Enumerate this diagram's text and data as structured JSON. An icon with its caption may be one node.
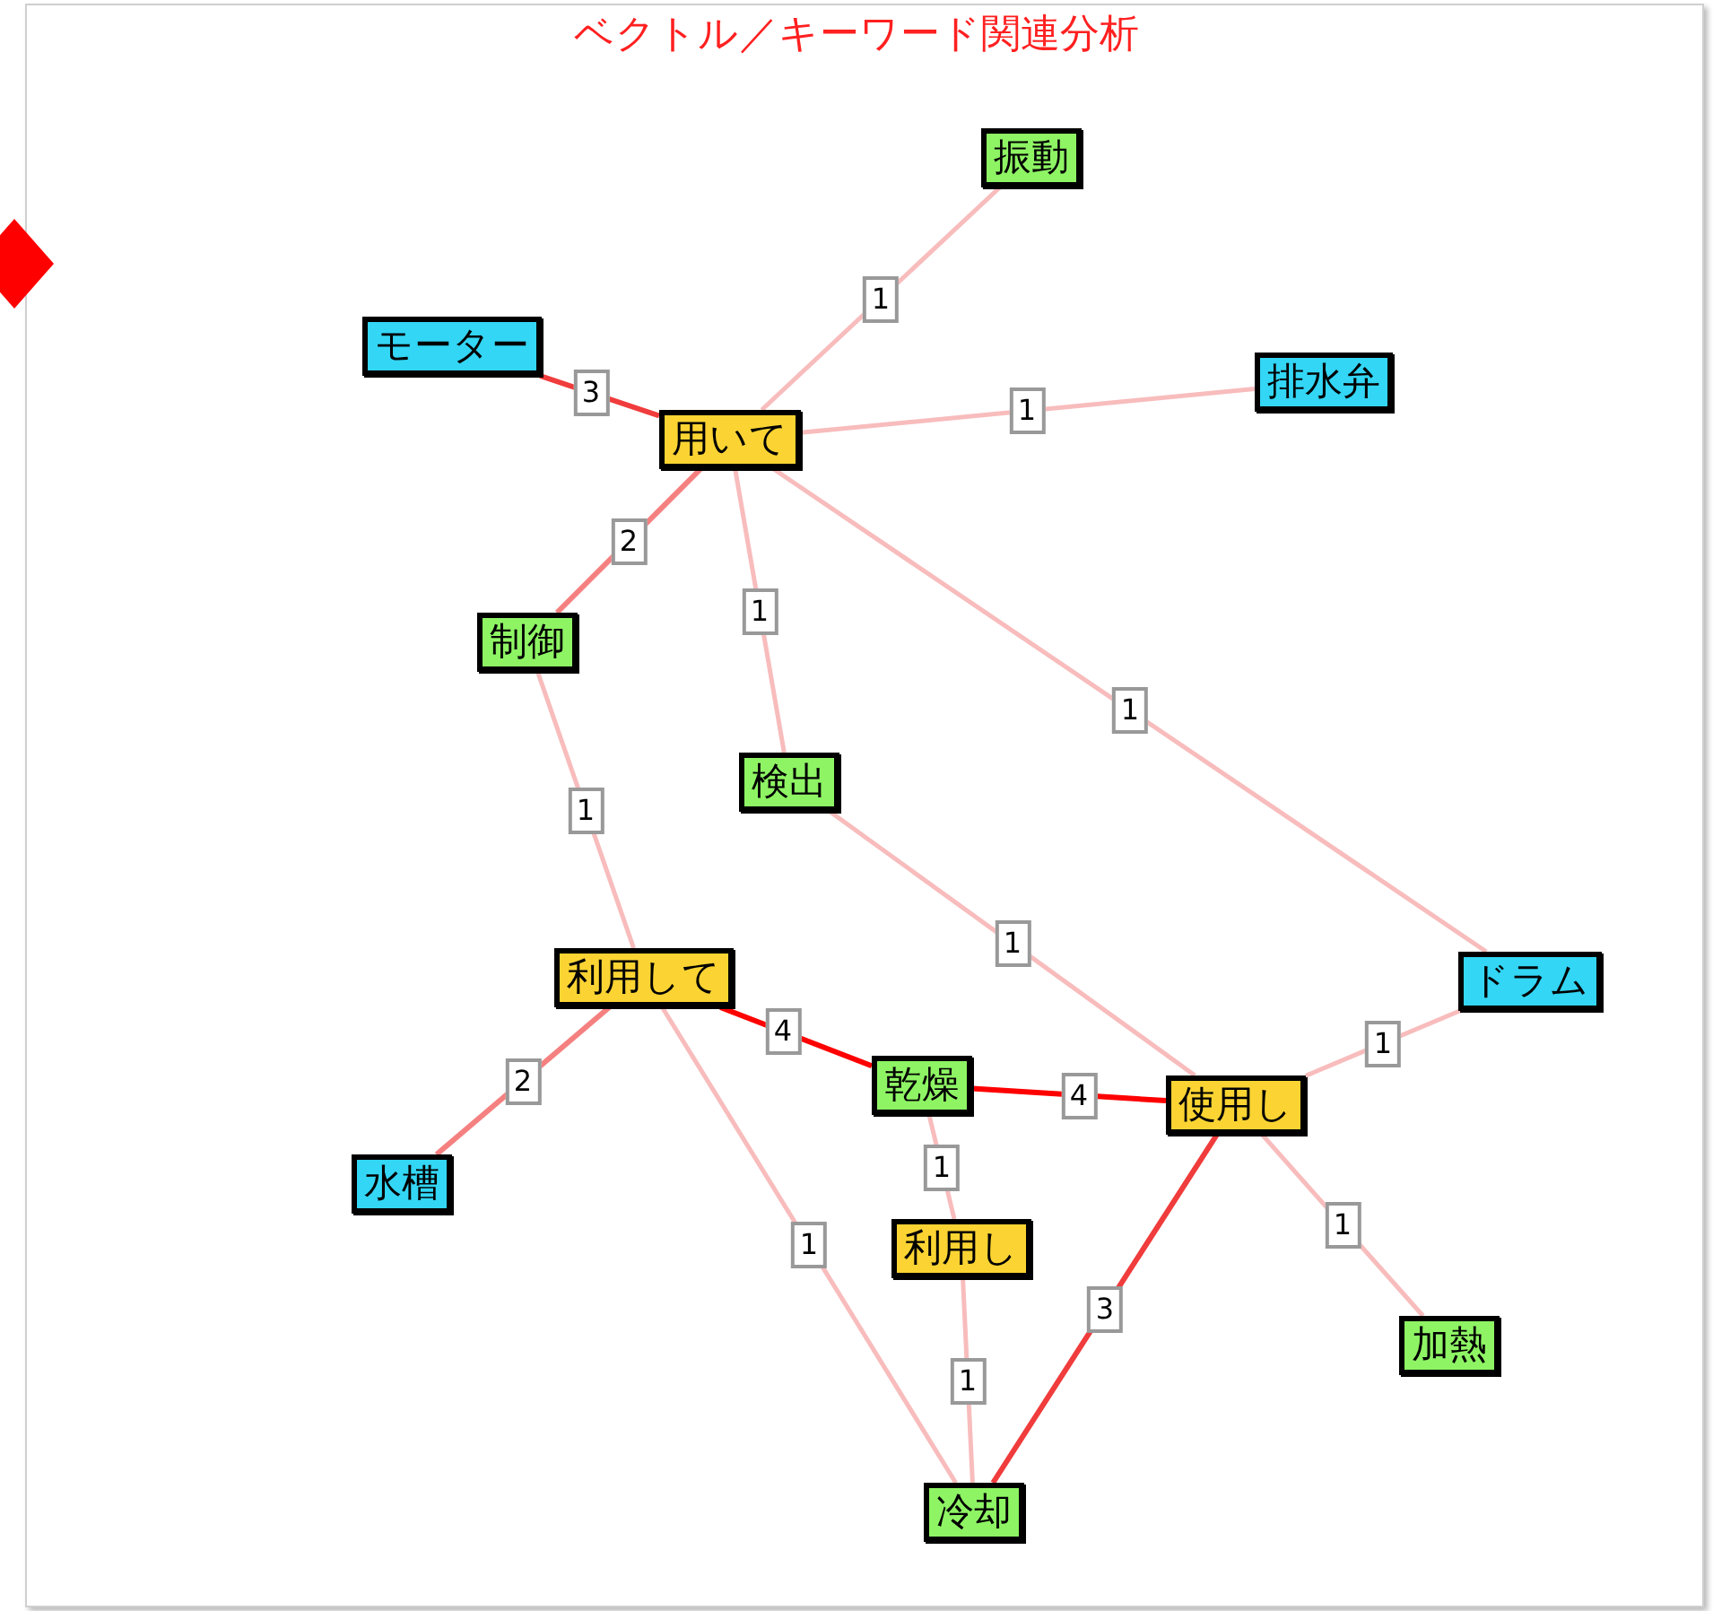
{
  "diagram": {
    "title": "ベクトル／キーワード関連分析",
    "nodes": [
      {
        "text": [
          "振動"
        ]
      },
      {
        "text": [
          "モーター"
        ]
      },
      {
        "text": [
          "排水弁"
        ]
      },
      {
        "text": [
          "用いて"
        ]
      },
      {
        "text": [
          "制御"
        ]
      },
      {
        "text": [
          "検出"
        ]
      },
      {
        "text": [
          "ドラム"
        ]
      },
      {
        "text": [
          "利用して"
        ]
      },
      {
        "text": [
          "乾燥"
        ]
      },
      {
        "text": [
          "使用し"
        ]
      },
      {
        "text": [
          "水槽"
        ]
      },
      {
        "text": [
          "利用し"
        ]
      },
      {
        "text": [
          "加熱"
        ]
      },
      {
        "text": [
          "冷却"
        ]
      }
    ],
    "edges": [
      {
        "from": 3,
        "to": 0,
        "arrow": "none",
        "label": "1"
      },
      {
        "from": 1,
        "to": 3,
        "arrow": "none",
        "label": "3",
        "color": "#f03c3c"
      },
      {
        "from": 3,
        "to": 2,
        "arrow": "none",
        "label": "1"
      },
      {
        "from": 3,
        "to": 4,
        "arrow": "none",
        "label": "2",
        "color": "#f58080"
      },
      {
        "from": 3,
        "to": 5,
        "arrow": "none",
        "label": "1"
      },
      {
        "from": 3,
        "to": 6,
        "arrow": "none",
        "label": "1"
      },
      {
        "from": 4,
        "to": 7,
        "arrow": "none",
        "label": "1"
      },
      {
        "from": 5,
        "to": 9,
        "arrow": "none",
        "label": "1"
      },
      {
        "from": 7,
        "to": 8,
        "arrow": "none",
        "label": "4",
        "color": "#ff0000"
      },
      {
        "from": 8,
        "to": 9,
        "arrow": "none",
        "label": "4",
        "color": "#ff0000"
      },
      {
        "from": 9,
        "to": 6,
        "arrow": "none",
        "label": "1"
      },
      {
        "from": 7,
        "to": 10,
        "arrow": "none",
        "label": "2",
        "color": "#f58080"
      },
      {
        "from": 8,
        "to": 11,
        "arrow": "none",
        "label": "1"
      },
      {
        "from": 11,
        "to": 13,
        "arrow": "none",
        "label": "1"
      },
      {
        "from": 7,
        "to": 13,
        "arrow": "none",
        "label": "1"
      },
      {
        "from": 9,
        "to": 13,
        "arrow": "none",
        "label": "3",
        "color": "#f03c3c"
      },
      {
        "from": 9,
        "to": 12,
        "arrow": "none",
        "label": "1"
      }
    ]
  }
}
